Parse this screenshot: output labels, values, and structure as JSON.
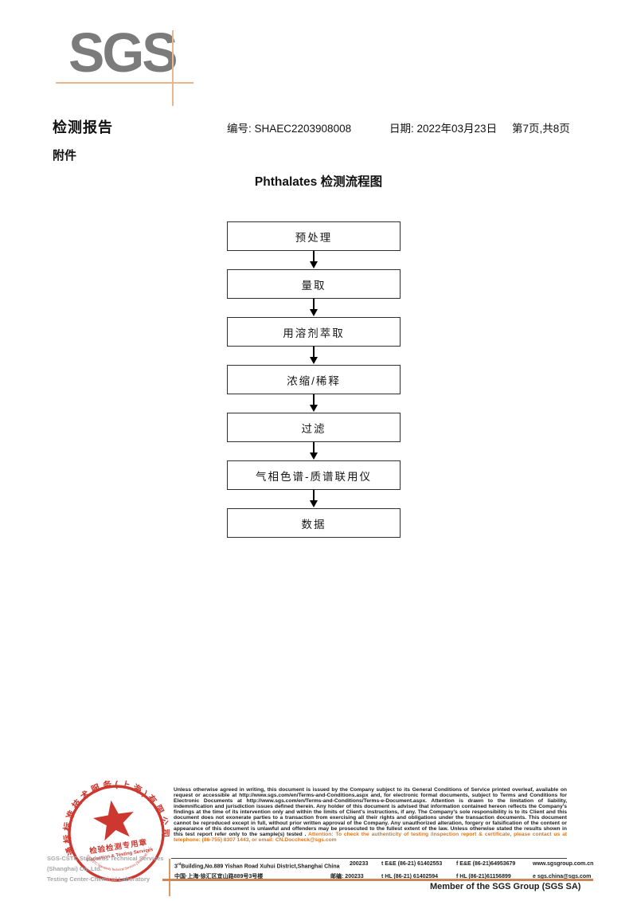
{
  "logo": {
    "text": "SGS"
  },
  "header": {
    "report_title": "检测报告",
    "report_no": "编号: SHAEC2203908008",
    "date": "日期: 2022年03月23日",
    "page_info": "第7页,共8页",
    "attachment_label": "附件"
  },
  "flowchart": {
    "title": "Phthalates 检测流程图",
    "steps": [
      {
        "label": "预处理"
      },
      {
        "label": "量取"
      },
      {
        "label": "用溶剂萃取"
      },
      {
        "label": "浓缩/稀释"
      },
      {
        "label": "过滤"
      },
      {
        "label": "气相色谱-质谱联用仪"
      },
      {
        "label": "数据"
      }
    ]
  },
  "stamp": {
    "arc_top_cn": "通标标准技术服务(上海)有限公司",
    "center_line1": "检验检测专用章",
    "center_line2": "Inspection & Testing Services",
    "arc_bottom_en": "SGS-CSTC Standards Technical Services (Shanghai) Co.,Ltd.",
    "color_red": "#c8281e"
  },
  "footer": {
    "company_line1": "SGS-CSTC Standards Technical Services (Shanghai) Co.,Ltd.",
    "company_line2": "Testing Center-Chemical Laboratory",
    "legal_text": "Unless otherwise agreed in writing, this document is issued by the Company subject to its General Conditions of Service printed overleaf, available on request or accessible at http://www.sgs.com/en/Terms-and-Conditions.aspx and, for electronic format documents, subject to Terms and Conditions for Electronic Documents at http://www.sgs.com/en/Terms-and-Conditions/Terms-e-Document.aspx. Attention is drawn to the limitation of liability, indemnification and jurisdiction issues defined therein. Any holder of this document is advised that information contained hereon reflects the Company's findings at the time of its intervention only and within the limits of Client's instructions, if any. The Company's sole responsibility is to its Client and this document does not exonerate parties to a transaction from exercising all their rights and obligations under the transaction documents. This document cannot be reproduced except in full, without prior written approval of the Company. Any unauthorized alteration, forgery or falsification of the content or appearance of this document is unlawful and offenders may be prosecuted to the fullest extent of the law. Unless otherwise stated the results shown in this test report refer only to the sample(s) tested .",
    "attention_text": "Attention: To check the authenticity of testing /inspection report & certificate, please contact us at telephone: (86-755) 8307 1443, or email: CN.Doccheck@sgs.com",
    "address_rows": [
      {
        "address_prefix": "3",
        "address_sup": "rd",
        "address": "Building,No.889 Yishan Road Xuhui District,Shanghai China",
        "postcode": "200233",
        "tel": "t E&E (86-21) 61402553",
        "fax": "f E&E (86-21)64953679",
        "web": "www.sgsgroup.com.cn"
      },
      {
        "address": "中国·上海·徐汇区宜山路889号3号楼",
        "postcode_label": "邮编:",
        "postcode": "200233",
        "tel": "t HL (86-21) 61402594",
        "fax": "f HL (86-21)61156899",
        "web": "e  sgs.china@sgs.com"
      }
    ],
    "member_text": "Member of the SGS Group (SGS SA)"
  }
}
